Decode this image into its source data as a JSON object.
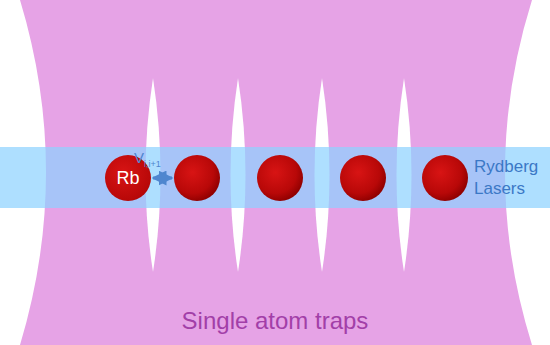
{
  "diagram": {
    "nodes": [
      {
        "text": [
          "Rydberg Lasers"
        ]
      },
      {
        "text": [
          "Rb"
        ],
        "in": 0
      },
      {
        "text": [
          "Single atom traps"
        ]
      }
    ],
    "labels": [
      "V",
      "i,i+1"
    ]
  }
}
